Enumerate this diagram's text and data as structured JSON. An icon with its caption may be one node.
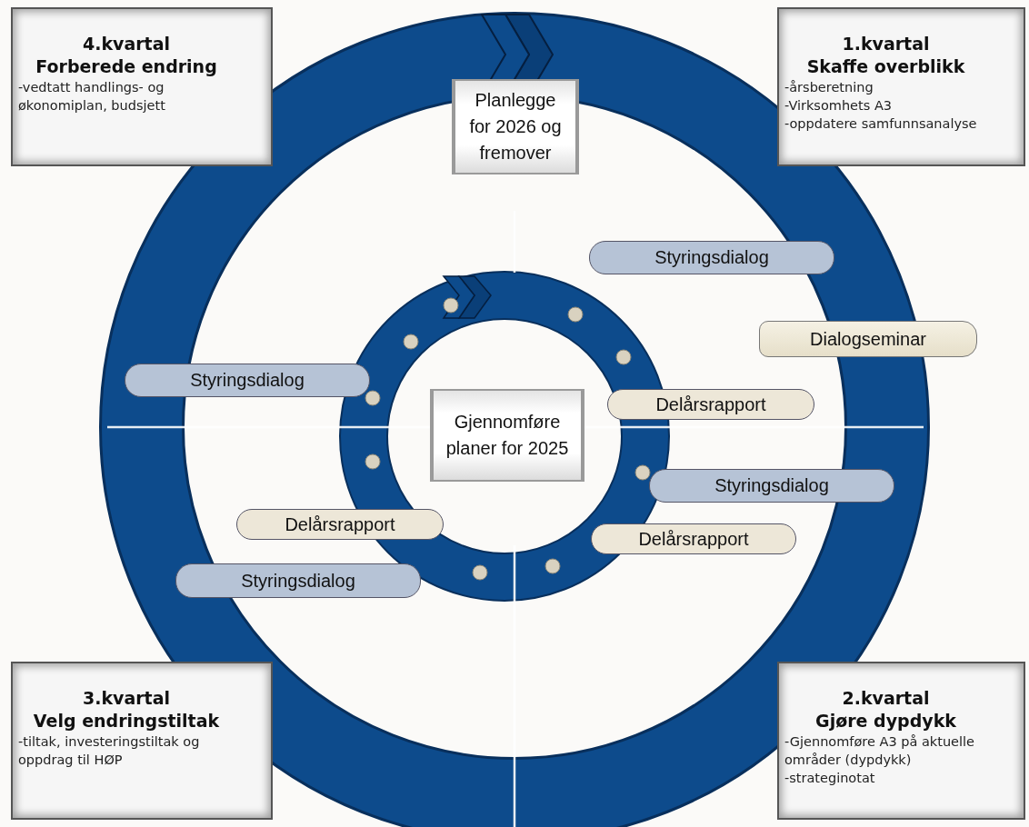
{
  "diagram": {
    "nodes": [
      {
        "text": [
          "4.kvartal",
          "Forberede endring",
          "-vedtatt handlings- og økonomiplan, budsjett"
        ]
      },
      {
        "text": [
          "1.kvartal",
          "Skaffe overblikk",
          "-årsberetning",
          "-Virksomhets A3",
          "-oppdatere samfunnsanalyse"
        ]
      },
      {
        "text": [
          "Planlegge for 2026 og fremover"
        ]
      },
      {
        "text": [
          "Styringsdialog"
        ]
      },
      {
        "text": [
          "Dialogseminar"
        ]
      },
      {
        "text": [
          "Styringsdialog"
        ]
      },
      {
        "text": [
          "Delårsrapport"
        ]
      },
      {
        "text": [
          "Gjennomføre planer for 2025"
        ]
      },
      {
        "text": [
          "Styringsdialog"
        ]
      },
      {
        "text": [
          "Delårsrapport"
        ]
      },
      {
        "text": [
          "Delårsrapport"
        ]
      },
      {
        "text": [
          "Styringsdialog"
        ]
      },
      {
        "text": [
          "3.kvartal",
          "Velg endringstiltak",
          "-tiltak, investeringstiltak og oppdrag til HØP"
        ]
      },
      {
        "text": [
          "2.kvartal",
          "Gjøre dypdykk",
          "-Gjennomføre A3 på aktuelle områder (dypdykk)",
          "-strateginotat"
        ]
      }
    ]
  }
}
